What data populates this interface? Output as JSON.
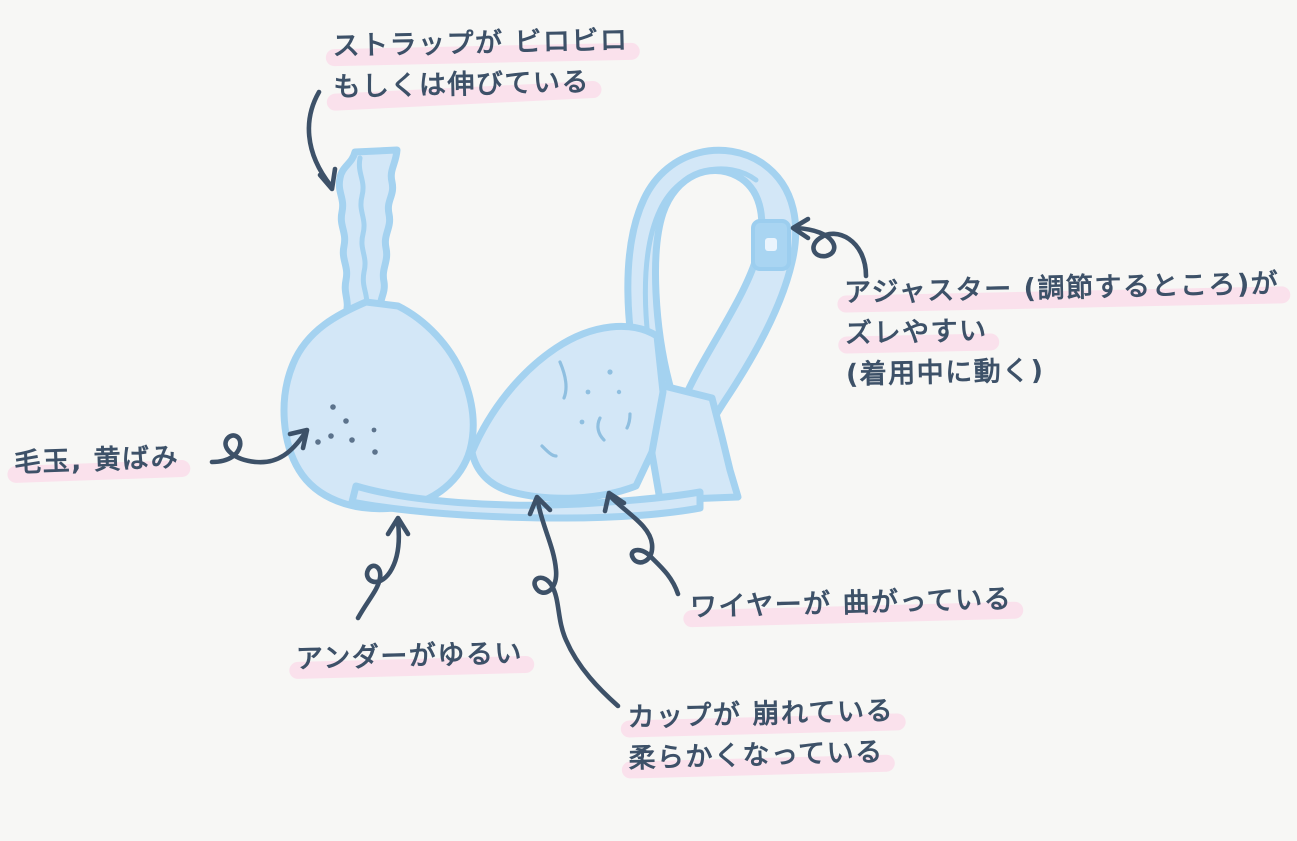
{
  "page": {
    "background_color": "#f7f7f5",
    "ink_color": "#3d5168",
    "highlight_color": "#fae1ec",
    "garment_fill_color": "#d3e7f7",
    "garment_stroke_color": "#a4d2f0"
  },
  "illustration": {
    "subject": "worn-out bra diagram",
    "parts": [
      "left-strap-wavy",
      "left-cup",
      "right-cup",
      "right-strap-loop",
      "strap-adjuster-slider",
      "under-band",
      "side-wing",
      "pilling-dots",
      "cup-wrinkle-marks"
    ]
  },
  "annotations": [
    {
      "id": "strap",
      "name": "strap-note",
      "lines": [
        "ストラップが ビロビロ",
        "もしくは伸びている"
      ],
      "arrow": "curved-arrow-down-right"
    },
    {
      "id": "adjuster",
      "name": "adjuster-note",
      "lines": [
        "アジャスター (調節するところ)が",
        "ズレやすい",
        "(着用中に動く)"
      ],
      "arrow": "curly-arrow-left"
    },
    {
      "id": "pilling",
      "name": "pilling-note",
      "lines": [
        "毛玉, 黄ばみ"
      ],
      "arrow": "curly-arrow-up-right"
    },
    {
      "id": "underband",
      "name": "underband-note",
      "lines": [
        "アンダーがゆるい"
      ],
      "arrow": "curly-arrow-up"
    },
    {
      "id": "wire",
      "name": "wire-note",
      "lines": [
        "ワイヤーが 曲がっている"
      ],
      "arrow": "curly-arrow-up-left"
    },
    {
      "id": "cup",
      "name": "cup-note",
      "lines": [
        "カップが 崩れている",
        "柔らかくなっている"
      ],
      "arrow": "curly-arrow-up-left-long"
    }
  ]
}
